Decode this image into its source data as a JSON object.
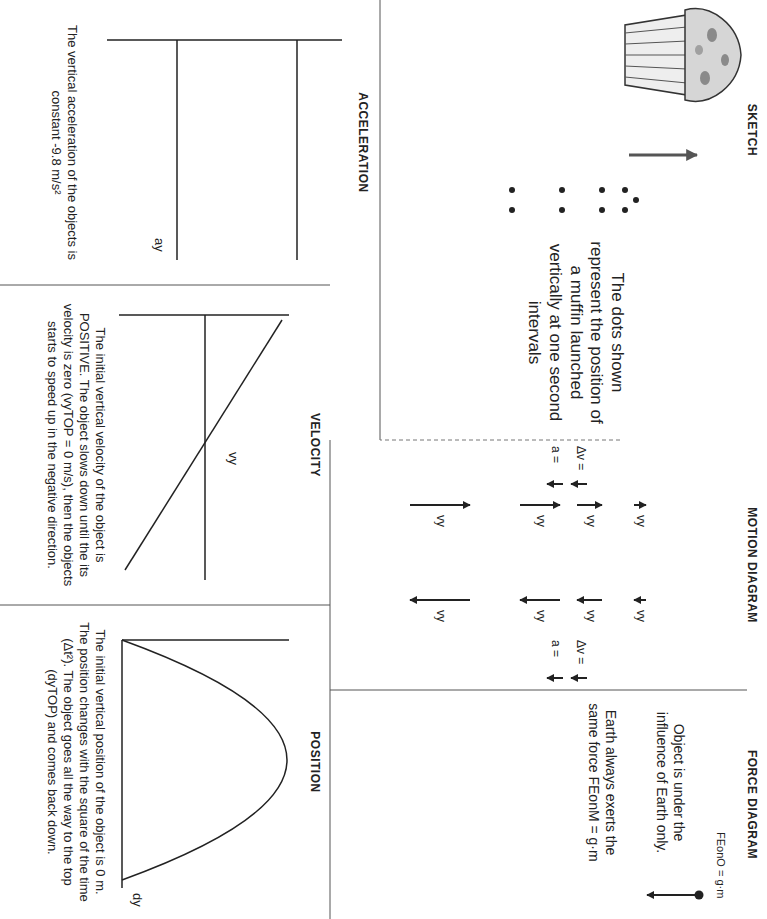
{
  "diagram": {
    "nodes": [
      {
        "text": [
          "SKETCH",
          "The dots shown represent the position of a muffin launched vertically at one second intervals"
        ]
      },
      {
        "text": [
          "MOTION DIAGRAM"
        ]
      },
      {
        "text": [
          "FORCE DIAGRAM",
          "Object is under the influence of Earth only.",
          "Earth always exerts the same force FEonM = g·m"
        ]
      },
      {
        "text": [
          "ACCELERATION",
          "The vertical acceleration of the objects is constant -9.8 m/s²"
        ]
      },
      {
        "text": [
          "VELOCITY",
          "The initial vertical velocity of the object is POSITIVE. The object slows down until the its velocity is zero (vyTOP = 0 m/s), then the objects starts to speed up in the negative direction."
        ]
      },
      {
        "text": [
          "POSITION",
          "The initial vertical position of the object is 0 m. The position changes with the square of the time (Δt²). The object goes all the way to the top (dyTOP) and comes back down."
        ]
      }
    ],
    "labels": [
      "FEonO = g·m",
      "Δv =",
      "a =",
      "vy",
      "vy",
      "vy",
      "vy",
      "vy",
      "vy",
      "vy",
      "vy",
      "Δv =",
      "a =",
      "ay",
      "vy",
      "dy"
    ]
  }
}
